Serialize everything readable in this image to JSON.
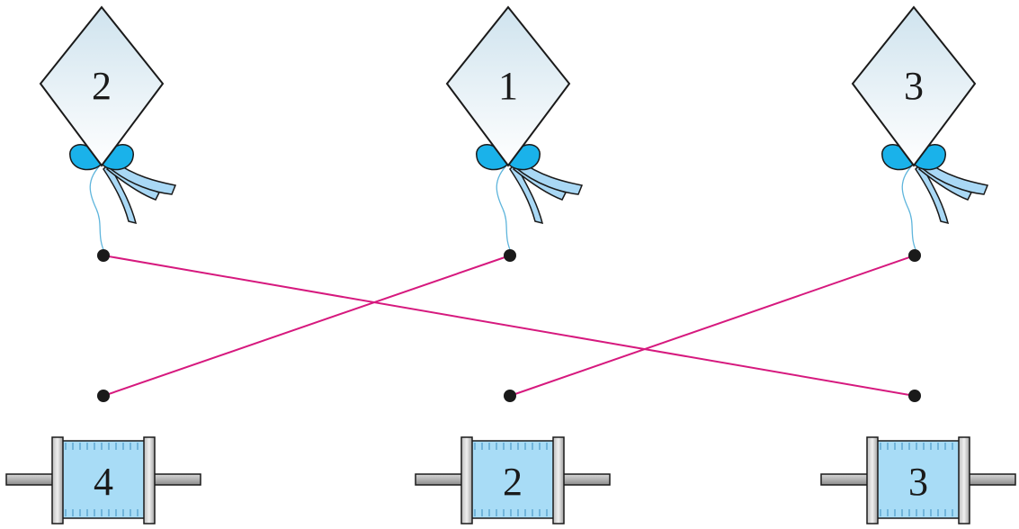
{
  "kites": [
    {
      "number": "2"
    },
    {
      "number": "1"
    },
    {
      "number": "3"
    }
  ],
  "spools": [
    {
      "number": "4"
    },
    {
      "number": "2"
    },
    {
      "number": "3"
    }
  ],
  "matches": [
    {
      "kite": 0,
      "spool": 2
    },
    {
      "kite": 1,
      "spool": 0
    },
    {
      "kite": 2,
      "spool": 1
    }
  ],
  "colors": {
    "line": "#d6197e",
    "bow": "#1ab2ea",
    "ribbon": "#a9d8f5",
    "spool_thread": "#a8dcf6",
    "kite_gradient_top": "#cfe3ee",
    "kite_gradient_bottom": "#ffffff",
    "dot": "#1a1a1a",
    "axle": "#a6a6a6"
  }
}
